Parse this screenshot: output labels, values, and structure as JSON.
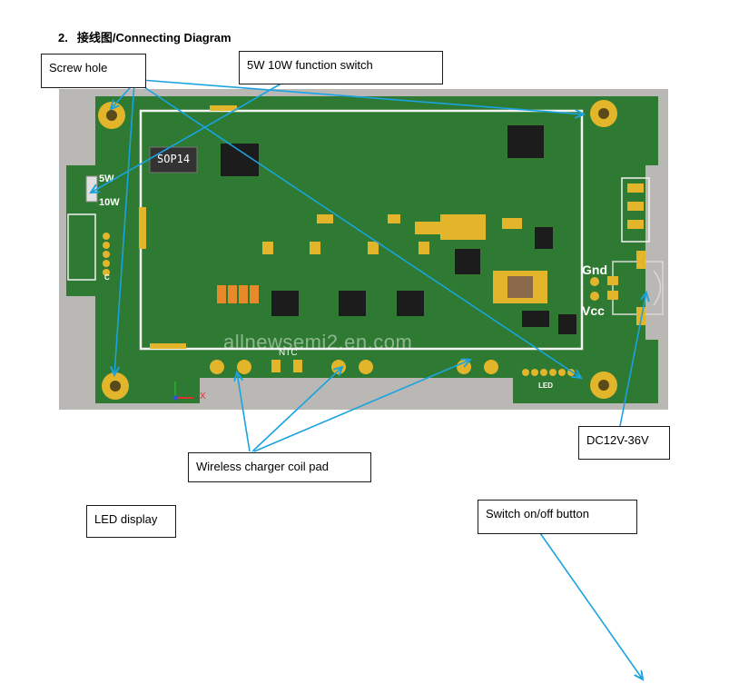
{
  "heading": {
    "number": "2.",
    "title": "接线图/Connecting Diagram"
  },
  "callouts": {
    "screw_hole": "Screw hole",
    "function_switch": "5W 10W function switch",
    "coil_pad": "Wireless charger coil pad",
    "led_display": "LED display",
    "dc_input": "DC12V-36V",
    "power_button": "Switch on/off button"
  },
  "board": {
    "chip_label": "SOP14",
    "label_5w": "5W",
    "label_10w": "10W",
    "label_gnd": "Gnd",
    "label_vcc": "Vcc",
    "label_ntc": "NTC",
    "label_led": "LED",
    "label_c": "C",
    "axis_x": "X",
    "watermark": "allnewsemi2.en.com"
  },
  "colors": {
    "pcb_green": "#2f7a32",
    "pad_gold": "#e3b52a",
    "silk_white": "#ffffff",
    "arrow_blue": "#1aa3e0",
    "background_gray": "#bab8b4"
  }
}
